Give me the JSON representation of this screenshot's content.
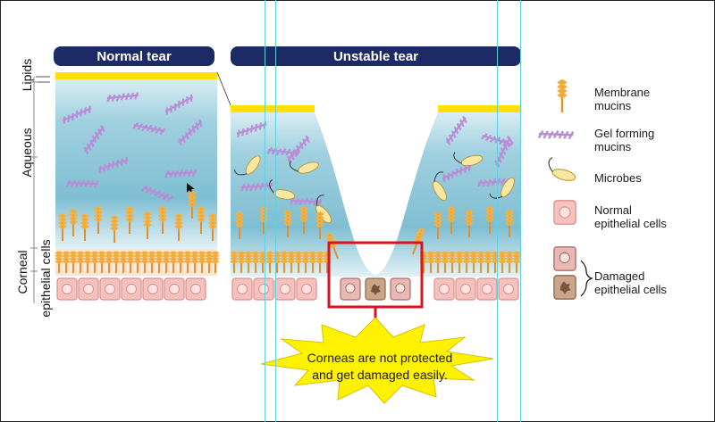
{
  "headers": {
    "normal": "Normal tear",
    "unstable": "Unstable tear"
  },
  "side_labels": {
    "lipids": "Lipids",
    "aqueous": "Aqueous",
    "corneal_line1": "Corneal",
    "corneal_line2": "epithelial cells"
  },
  "legend": {
    "membrane_mucins": "Membrane\nmucins",
    "gel_forming_mucins": "Gel forming\nmucins",
    "microbes": "Microbes",
    "normal_cells": "Normal\nepithelial cells",
    "damaged_cells": "Damaged\nepithelial cells"
  },
  "callout": {
    "line1": "Corneas are not protected",
    "line2": "and get damaged easily."
  },
  "colors": {
    "header_bg": "#1c2a66",
    "lipid": "#ffe000",
    "aqueous": "#7fc1d4",
    "mucin": "#b98cd6",
    "membrane_mucin": "#f0a73a",
    "cell": "#f6c2bf",
    "cell_border": "#d98f8c",
    "damaged_cell": "#b08b70",
    "highlight_box": "#d9141f",
    "callout_bg": "#fff200",
    "guide": "#5fd0e0"
  }
}
